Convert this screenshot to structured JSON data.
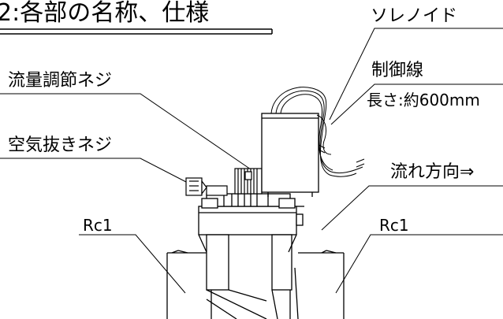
{
  "title": "2:各部の名称、仕様",
  "labels": {
    "solenoid": "ソレノイド",
    "control_wire": "制御線",
    "wire_length": "長さ:約600mm",
    "flow_screw": "流量調節ネジ",
    "air_vent_screw": "空気抜きネジ",
    "flow_direction": "流れ方向⇒",
    "port_left": "Rc1",
    "port_right": "Rc1"
  }
}
